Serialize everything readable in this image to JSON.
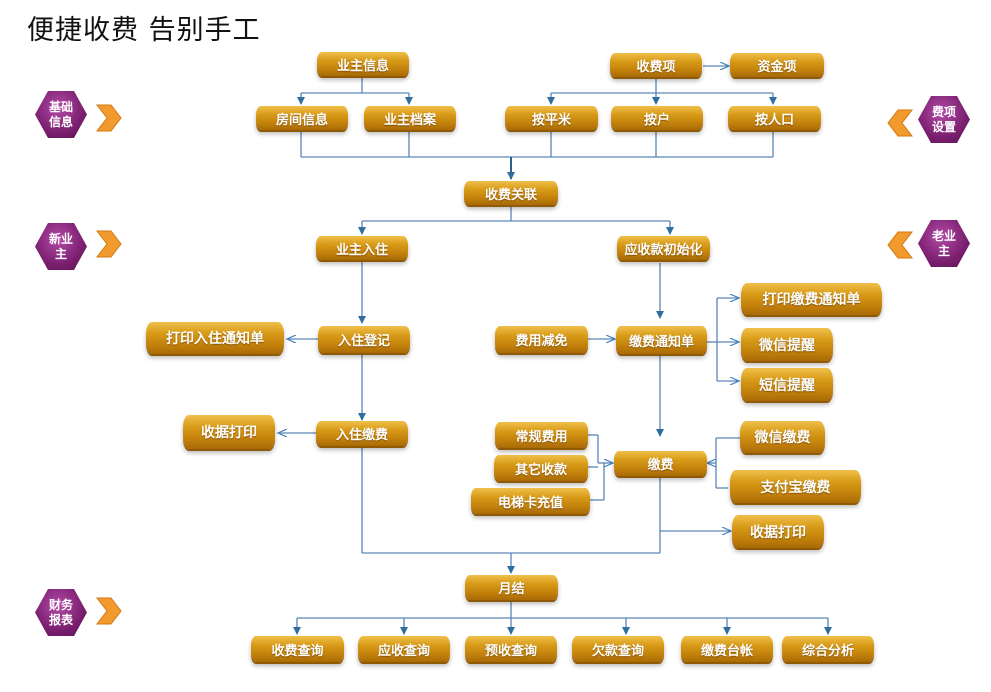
{
  "title": "便捷收费  告别手工",
  "side_labels": {
    "basic_info": "基础\n信息",
    "fee_setup": "费项\n设置",
    "new_owner": "新业\n主",
    "old_owner": "老业\n主",
    "finance_report": "财务\n报表"
  },
  "nodes": {
    "owner_info": "业主信息",
    "fee_item": "收费项",
    "fund_item": "资金项",
    "room_info": "房间信息",
    "owner_file": "业主档案",
    "by_area": "按平米",
    "by_household": "按户",
    "by_person": "按人口",
    "fee_link": "收费关联",
    "owner_move_in": "业主入住",
    "receivable_init": "应收款初始化",
    "print_notice": "打印缴费通知单",
    "print_move_in": "打印入住通知单",
    "move_in_register": "入住登记",
    "fee_reduction": "费用减免",
    "payment_notice": "缴费通知单",
    "wechat_remind": "微信提醒",
    "sms_remind": "短信提醒",
    "receipt_print_left": "收据打印",
    "move_in_payment": "入住缴费",
    "regular_fee": "常规费用",
    "wechat_pay": "微信缴费",
    "other_fee": "其它收款",
    "payment": "缴费",
    "alipay_pay": "支付宝缴费",
    "elevator_card": "电梯卡充值",
    "receipt_print_right": "收据打印",
    "monthly_close": "月结",
    "fee_query": "收费查询",
    "receivable_query": "应收查询",
    "prepaid_query": "预收查询",
    "arrears_query": "欠款查询",
    "payment_ledger": "缴费台帐",
    "analysis": "综合分析"
  }
}
